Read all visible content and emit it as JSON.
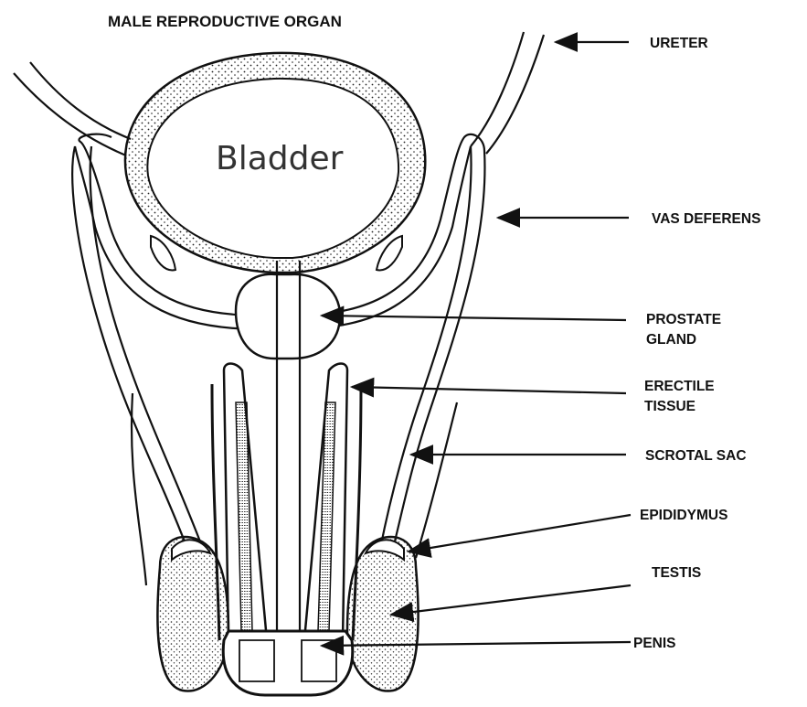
{
  "title": "MALE REPRODUCTIVE ORGAN",
  "bladder_label": "Bladder",
  "labels": {
    "ureter": "URETER",
    "vas_deferens": "VAS DEFERENS",
    "prostate_line1": "PROSTATE",
    "prostate_line2": "GLAND",
    "erectile_line1": "ERECTILE",
    "erectile_line2": "TISSUE",
    "scrotal_sac": "SCROTAL SAC",
    "epididymus": "EPIDIDYMUS",
    "testis": "TESTIS",
    "penis": "PENIS"
  },
  "colors": {
    "ink": "#111111",
    "paper": "#ffffff"
  }
}
